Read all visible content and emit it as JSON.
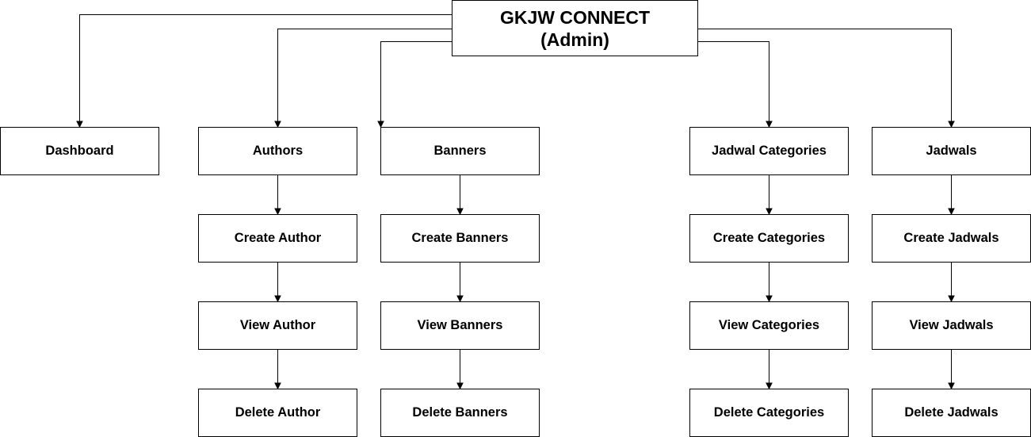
{
  "diagram": {
    "root": {
      "line1": "GKJW CONNECT",
      "line2": "(Admin)"
    },
    "branches": [
      {
        "id": "dashboard",
        "label": "Dashboard",
        "children": []
      },
      {
        "id": "authors",
        "label": "Authors",
        "children": [
          "Create Author",
          "View Author",
          "Delete Author"
        ]
      },
      {
        "id": "banners",
        "label": "Banners",
        "children": [
          "Create Banners",
          "View Banners",
          "Delete Banners"
        ]
      },
      {
        "id": "jadwal-categories",
        "label": "Jadwal Categories",
        "children": [
          "Create Categories",
          "View Categories",
          "Delete Categories"
        ]
      },
      {
        "id": "jadwals",
        "label": "Jadwals",
        "children": [
          "Create Jadwals",
          "View Jadwals",
          "Delete Jadwals"
        ]
      }
    ],
    "colors": {
      "stroke": "#000000",
      "fill": "#ffffff",
      "text": "#000000"
    }
  }
}
